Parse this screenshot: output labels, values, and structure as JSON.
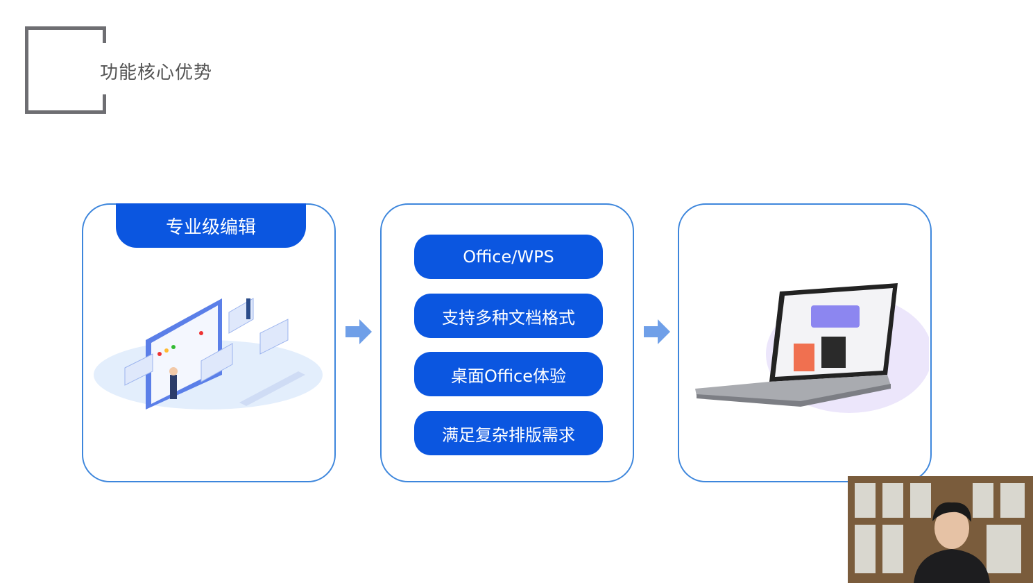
{
  "slide": {
    "title": "功能核心优势"
  },
  "cards": [
    {
      "header": "专业级编辑"
    },
    {
      "items": [
        "Office/WPS",
        "支持多种文档格式",
        "桌面Office体验",
        "满足复杂排版需求"
      ]
    },
    {}
  ],
  "colors": {
    "accent": "#0b56e0",
    "border": "#3d86dc",
    "arrow": "#6f9fe8"
  }
}
